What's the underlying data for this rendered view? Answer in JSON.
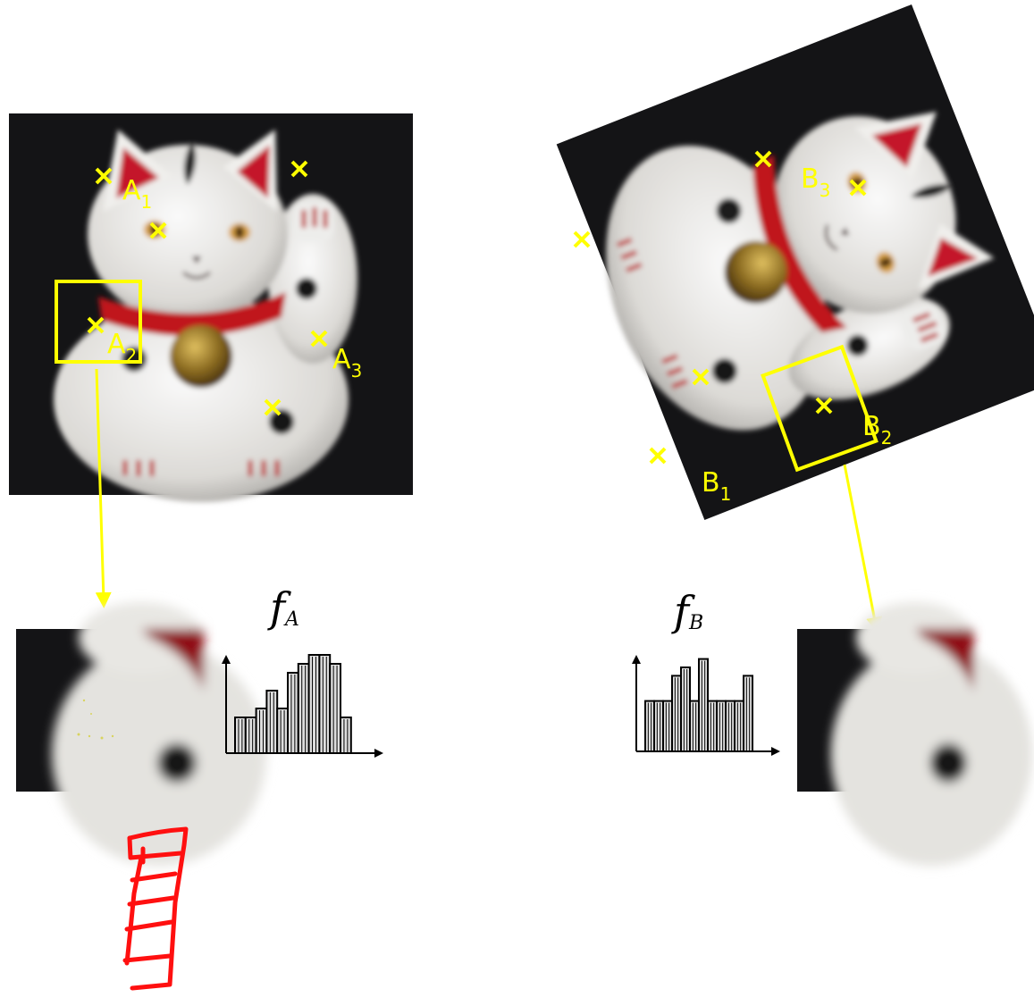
{
  "colors": {
    "marker": "#ffff00",
    "background_photo": "#141416",
    "figure_body": "#e9e8e4",
    "collar": "#c0141b",
    "bell": "#8a6a20",
    "ink": "#000000",
    "hist_fill": "#dedede",
    "annotation": "#ff0000"
  },
  "image_a": {
    "labels": [
      {
        "base": "A",
        "sub": "1"
      },
      {
        "base": "A",
        "sub": "2"
      },
      {
        "base": "A",
        "sub": "3"
      }
    ]
  },
  "image_b": {
    "labels": [
      {
        "base": "B",
        "sub": "1"
      },
      {
        "base": "B",
        "sub": "2"
      },
      {
        "base": "B",
        "sub": "3"
      }
    ]
  },
  "descriptors": {
    "a": {
      "symbol": "f",
      "sub": "A",
      "histogram": [
        4,
        4,
        5,
        7,
        5,
        9,
        10,
        11,
        11,
        10,
        4
      ]
    },
    "b": {
      "symbol": "f",
      "sub": "B",
      "histogram": [
        6,
        6,
        6,
        9,
        10,
        6,
        11,
        6,
        6,
        6,
        6,
        9
      ]
    }
  },
  "annotation": {
    "icon": "handwritten-histogram-sketch-icon"
  }
}
